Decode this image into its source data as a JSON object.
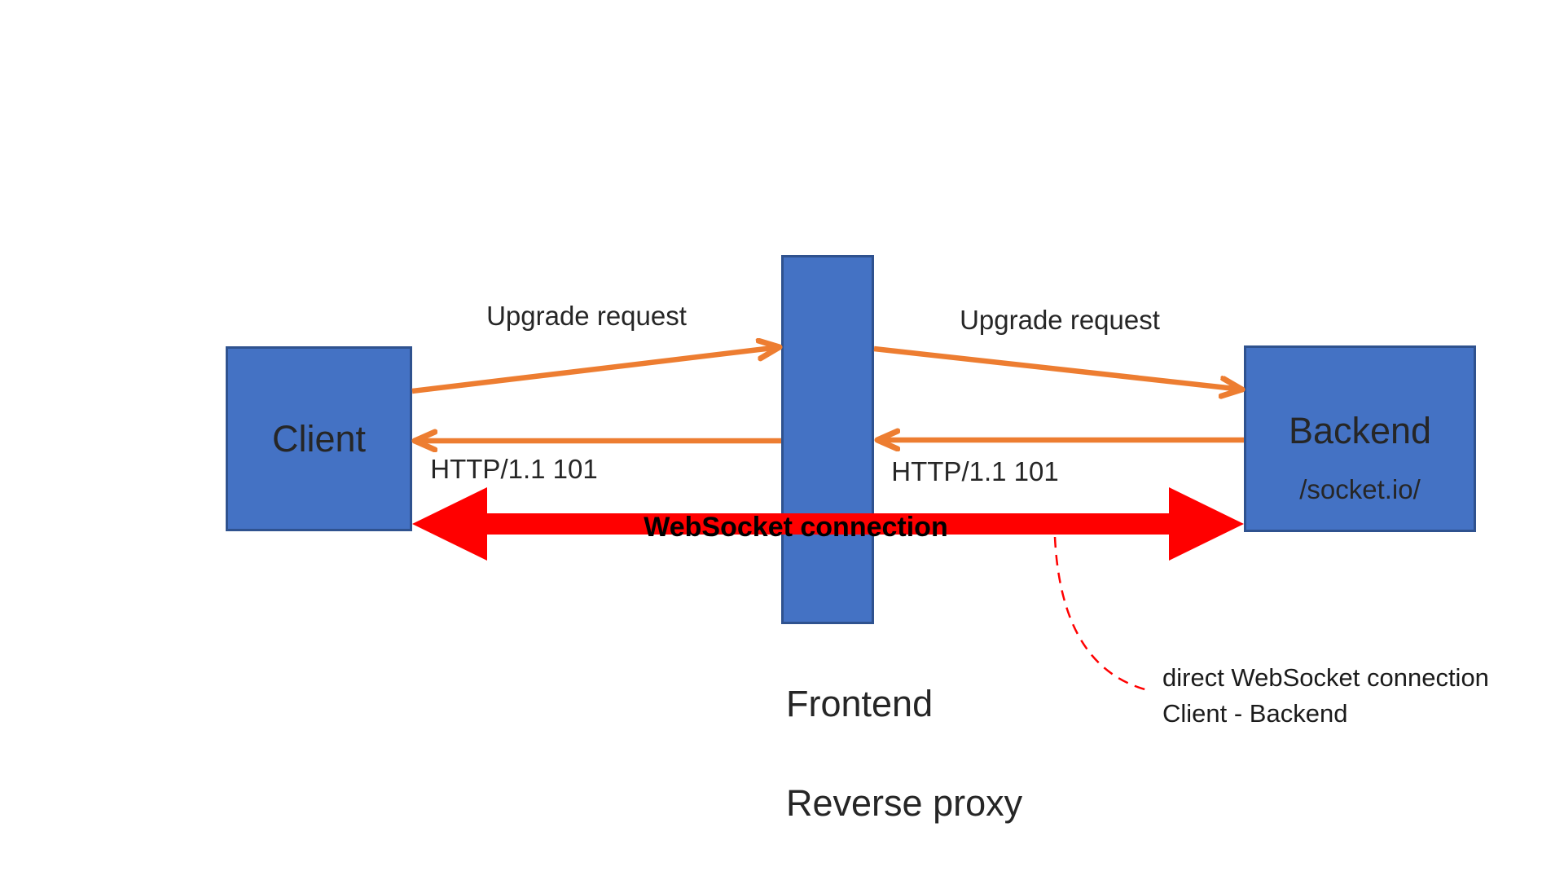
{
  "diagram": {
    "nodes": {
      "client": {
        "label": "Client"
      },
      "proxy": {
        "label_line1": "Frontend",
        "label_line2": "Reverse proxy"
      },
      "backend": {
        "label": "Backend",
        "sublabel": "/socket.io/"
      }
    },
    "labels": {
      "upgrade_request_left": "Upgrade request",
      "upgrade_request_right": "Upgrade request",
      "http_response_left": "HTTP/1.1 101",
      "http_response_right": "HTTP/1.1 101",
      "websocket": "WebSocket connection"
    },
    "annotation": {
      "line1": "direct WebSocket connection",
      "line2": "Client - Backend"
    },
    "colors": {
      "node_fill": "#4472C4",
      "node_border": "#2F528F",
      "arrow_orange": "#ED7D31",
      "arrow_red": "#FF0000",
      "text": "#262626"
    }
  }
}
